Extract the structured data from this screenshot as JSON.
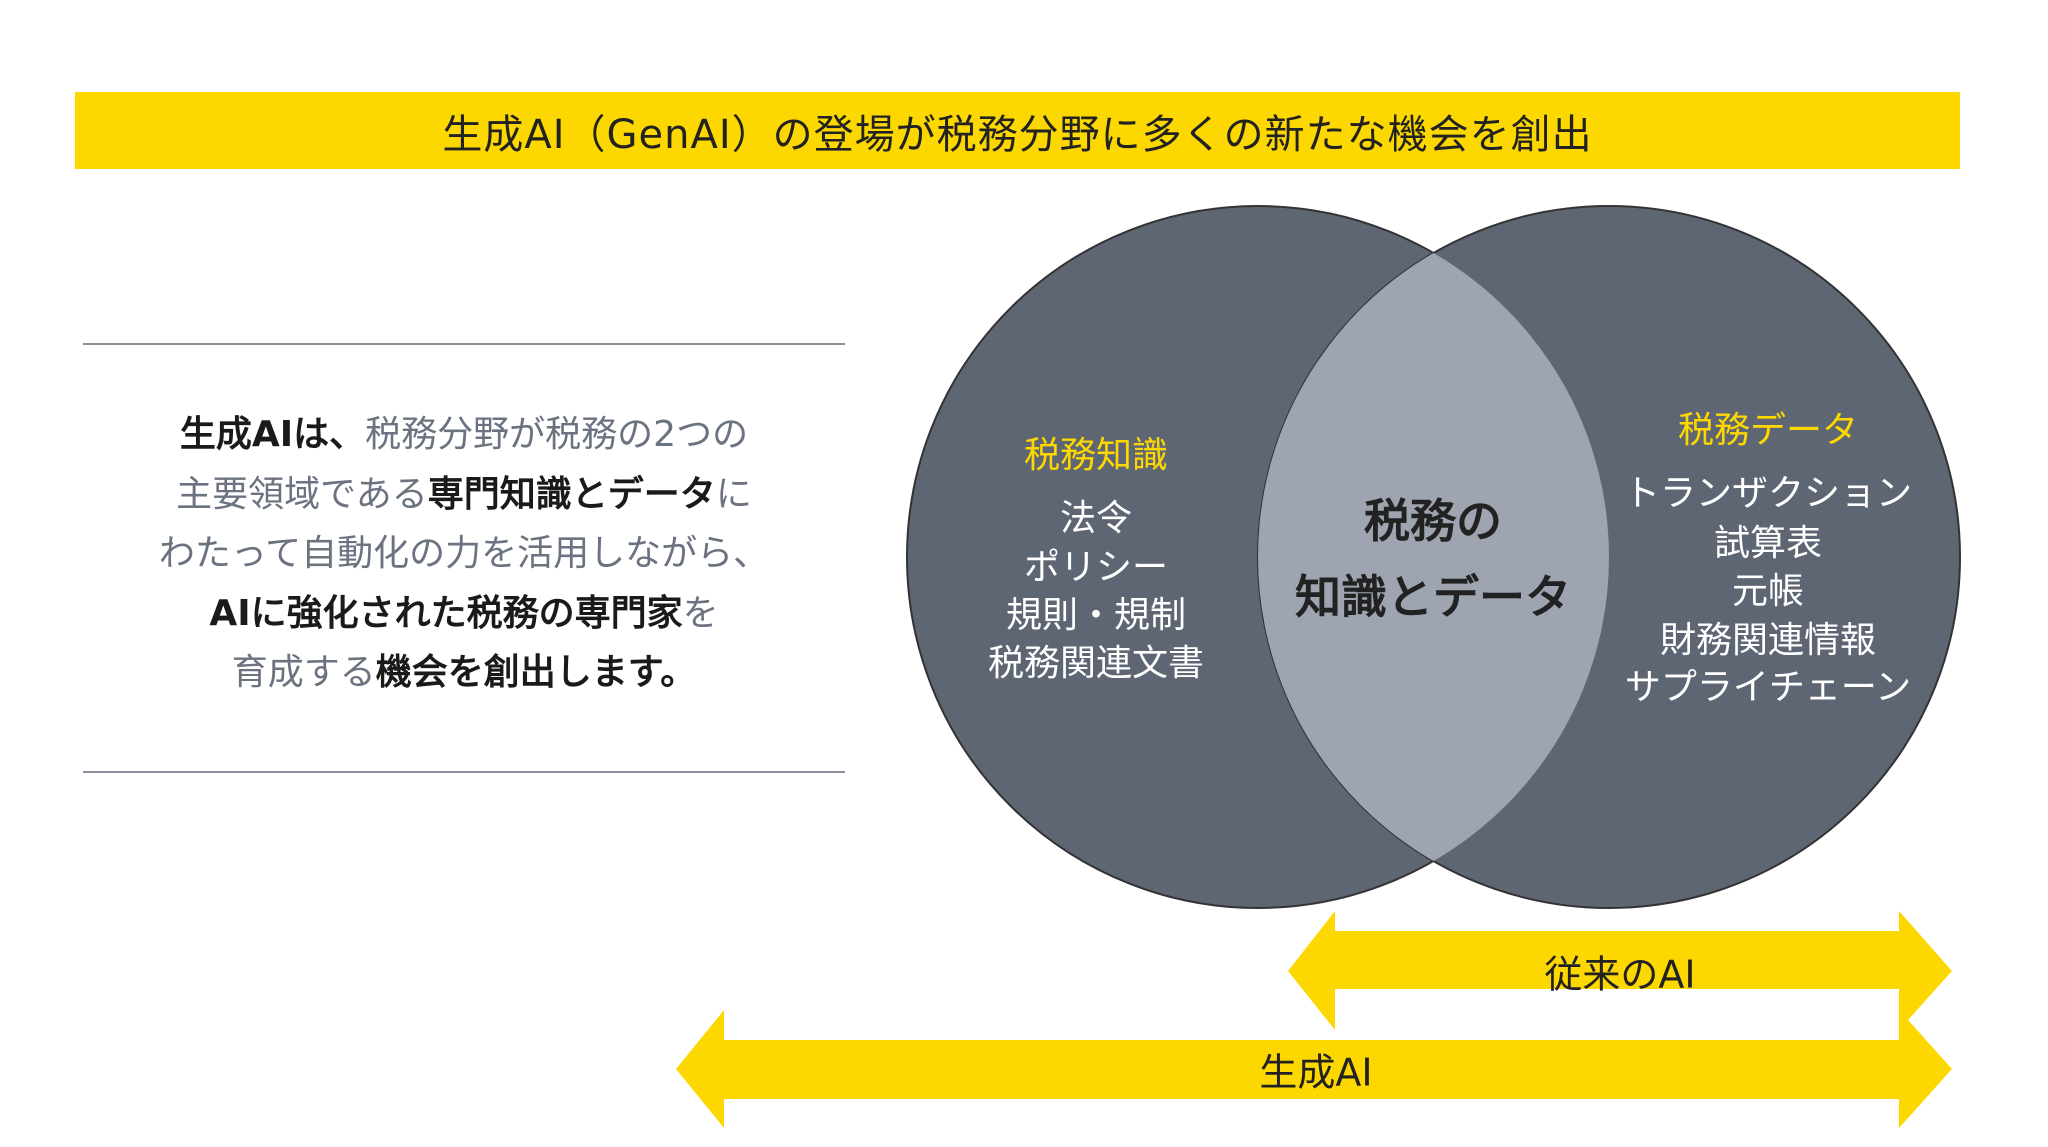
{
  "banner": {
    "title": "生成AI（GenAI）の登場が税務分野に多くの新たな機会を創出"
  },
  "intro": {
    "segments": [
      {
        "text": "生成AIは、",
        "bold": true
      },
      {
        "text": "税務分野が税務の2つの",
        "bold": false
      },
      {
        "text": "主要領域である",
        "bold": false
      },
      {
        "text": "専門知識とデータ",
        "bold": true
      },
      {
        "text": "に",
        "bold": false
      },
      {
        "text": "わたって自動化の力を活用しながら、",
        "bold": false
      },
      {
        "text": "AIに強化された税務の専門家",
        "bold": true
      },
      {
        "text": "を",
        "bold": false
      },
      {
        "text": "育成する",
        "bold": false
      },
      {
        "text": "機会を創出します。",
        "bold": true
      }
    ]
  },
  "venn": {
    "left": {
      "label": "税務知識",
      "items": [
        "法令",
        "ポリシー",
        "規則・規制",
        "税務関連文書"
      ]
    },
    "right": {
      "label": "税務データ",
      "items": [
        "トランザクション",
        "試算表",
        "元帳",
        "財務関連情報",
        "サプライチェーン"
      ]
    },
    "center": {
      "line1": "税務の",
      "line2": "知識とデータ"
    }
  },
  "arrows": {
    "traditional": "従来のAI",
    "generative": "生成AI"
  },
  "colors": {
    "yellow": "#fdd800",
    "circle": "#5f6673",
    "overlap": "#9ea5b0",
    "rule": "#8a9099"
  }
}
